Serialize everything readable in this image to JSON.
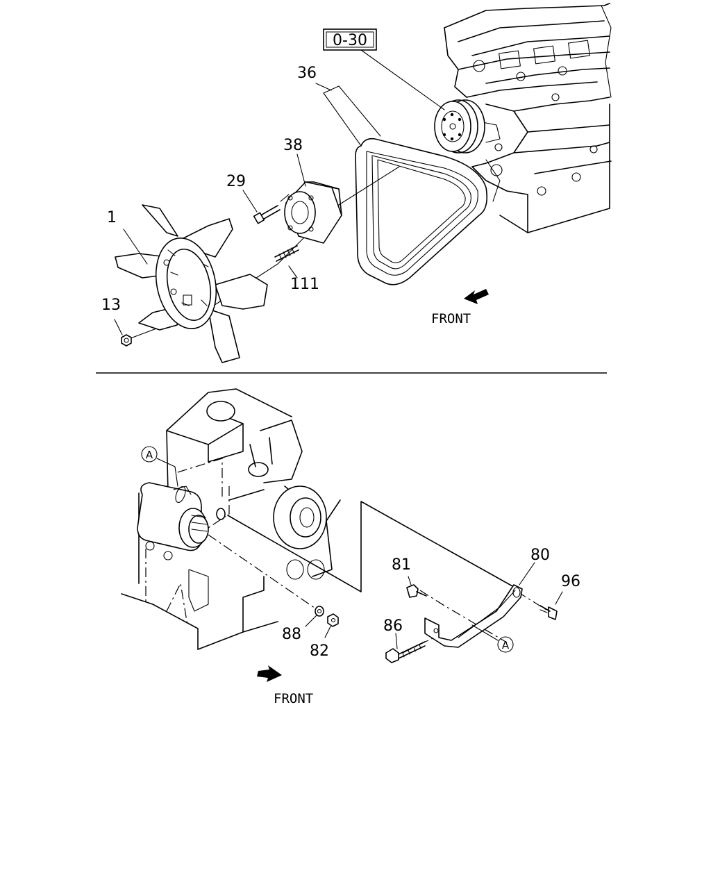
{
  "upper": {
    "reference_box": "0-30",
    "front_label": "FRONT",
    "labels": {
      "p36": "36",
      "p38": "38",
      "p29": "29",
      "p1": "1",
      "p111": "111",
      "p13": "13"
    }
  },
  "lower": {
    "front_label": "FRONT",
    "marker_a_top": "A",
    "marker_a_bracket": "A",
    "labels": {
      "p81": "81",
      "p80": "80",
      "p96": "96",
      "p86": "86",
      "p88": "88",
      "p82": "82"
    }
  }
}
